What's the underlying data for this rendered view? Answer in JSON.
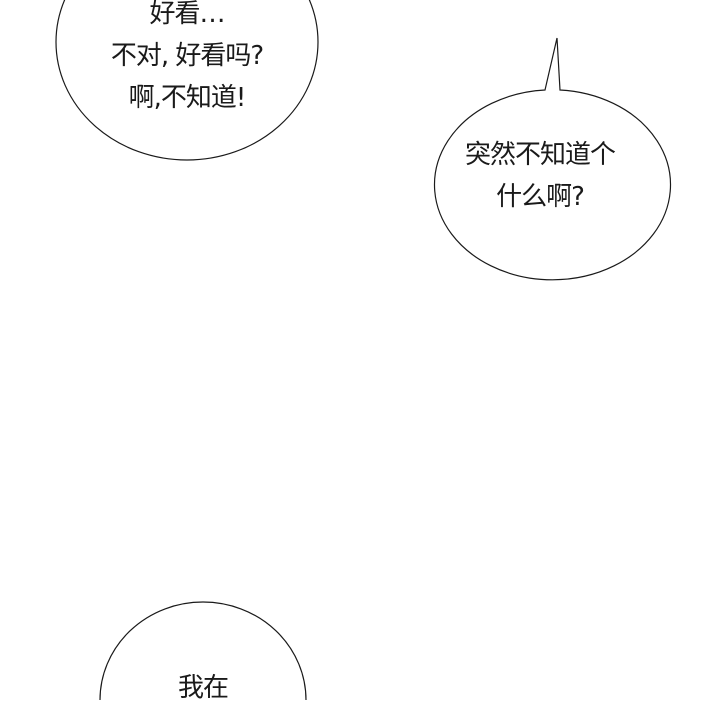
{
  "bubbles": [
    {
      "lines": [
        "好看…",
        "不对, 好看吗?",
        "啊,不知道!"
      ]
    },
    {
      "lines": [
        "突然不知道个",
        "什么啊?"
      ]
    },
    {
      "lines": [
        "我在"
      ]
    }
  ],
  "colors": {
    "stroke": "#1a1a1a",
    "background": "#ffffff"
  }
}
